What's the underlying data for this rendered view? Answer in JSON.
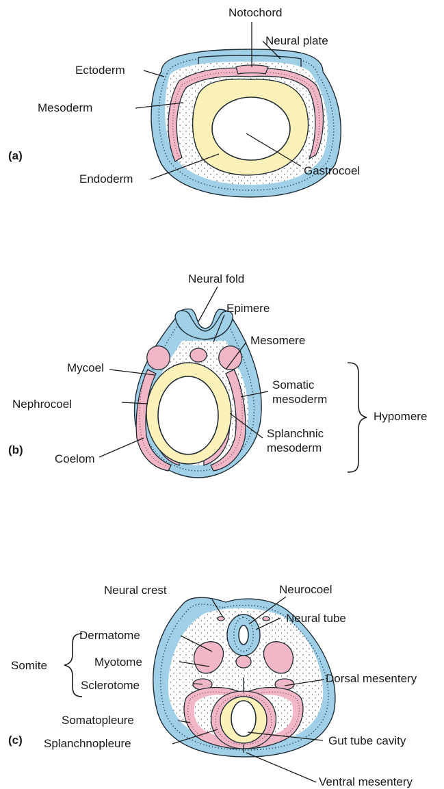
{
  "panels": {
    "a": {
      "letter": "(a)",
      "labels": {
        "notochord": "Notochord",
        "neural_plate": "Neural plate",
        "ectoderm": "Ectoderm",
        "mesoderm": "Mesoderm",
        "endoderm": "Endoderm",
        "gastrocoel": "Gastrocoel"
      }
    },
    "b": {
      "letter": "(b)",
      "labels": {
        "neural_fold": "Neural fold",
        "epimere": "Epimere",
        "mesomere": "Mesomere",
        "mycoel": "Mycoel",
        "nephrocoel": "Nephrocoel",
        "somatic_1": "Somatic",
        "somatic_2": "mesoderm",
        "splanchnic_1": "Splanchnic",
        "splanchnic_2": "mesoderm",
        "hypomere": "Hypomere",
        "coelom": "Coelom"
      }
    },
    "c": {
      "letter": "(c)",
      "labels": {
        "neural_crest": "Neural crest",
        "neurocoel": "Neurocoel",
        "neural_tube": "Neural tube",
        "dermatome": "Dermatome",
        "myotome": "Myotome",
        "sclerotome": "Sclerotome",
        "somite": "Somite",
        "dorsal_mesentery": "Dorsal mesentery",
        "somatopleure": "Somatopleure",
        "splanchnopleure": "Splanchnopleure",
        "gut_tube_cavity": "Gut tube cavity",
        "ventral_mesentery": "Ventral mesentery"
      }
    }
  },
  "colors": {
    "ectoderm": "#9fd0e8",
    "mesoderm": "#f2b7c6",
    "endoderm": "#fbf1b9",
    "outline": "#1d2a33"
  }
}
